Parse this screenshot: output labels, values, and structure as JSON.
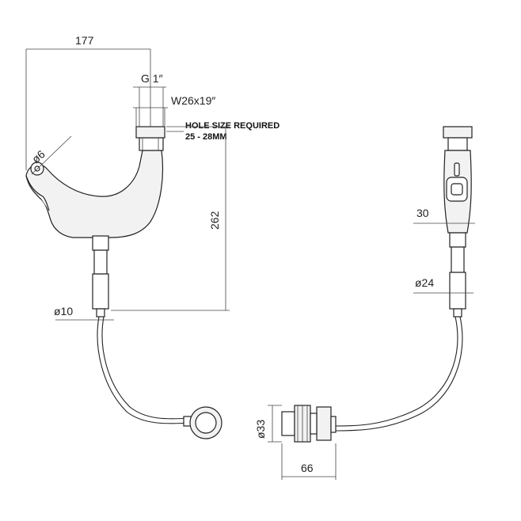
{
  "dimensions": {
    "width_177": "177",
    "thread_g1": "G 1″",
    "thread_w": "W26x19″",
    "diameter_6": "ø6",
    "height_262": "262",
    "diameter_10": "ø10",
    "width_30": "30",
    "diameter_24": "ø24",
    "diameter_33": "ø33",
    "width_66": "66"
  },
  "note": {
    "line1": "HOLE SIZE REQUIRED",
    "line2": "25 - 28MM"
  }
}
